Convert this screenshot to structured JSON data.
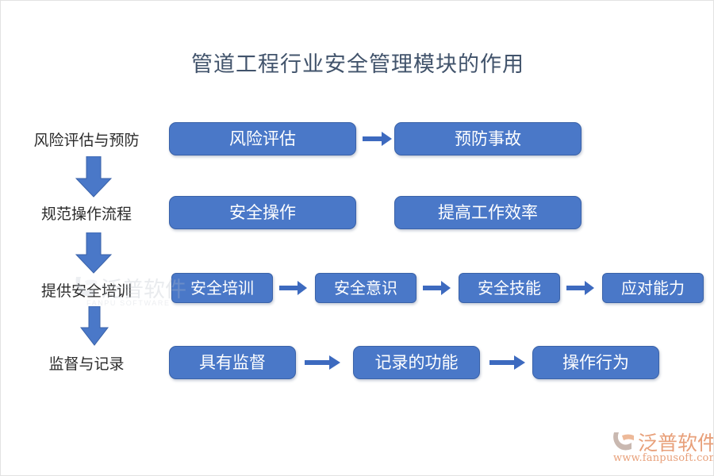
{
  "page": {
    "title": "管道工程行业安全管理模块的作用",
    "background_color": "#ffffff",
    "title_color": "#41536b",
    "box_color": "#4a78c8",
    "arrow_color": "#3d6abf",
    "accent_color": "#e8a07a"
  },
  "rows": [
    {
      "label": "风险评估与预防",
      "boxes": [
        {
          "text": "风险评估"
        },
        {
          "text": "预防事故"
        }
      ],
      "connector_count": 1
    },
    {
      "label": "规范操作流程",
      "boxes": [
        {
          "text": "安全操作"
        },
        {
          "text": "提高工作效率"
        }
      ],
      "connector_count": 0
    },
    {
      "label": "提供安全培训",
      "boxes": [
        {
          "text": "安全培训"
        },
        {
          "text": "安全意识"
        },
        {
          "text": "安全技能"
        },
        {
          "text": "应对能力"
        }
      ],
      "connector_count": 3
    },
    {
      "label": "监督与记录",
      "boxes": [
        {
          "text": "具有监督"
        },
        {
          "text": "记录的功能"
        },
        {
          "text": "操作行为"
        }
      ],
      "connector_count": 2
    }
  ],
  "down_arrows": [
    {
      "name": "down-arrow-1"
    },
    {
      "name": "down-arrow-2"
    },
    {
      "name": "down-arrow-3"
    }
  ],
  "watermark": {
    "text": "泛普软件",
    "subtitle": "FANPU SOFTWARE"
  },
  "brand": {
    "name": "泛普软件",
    "url": "www.fanpusoft.com"
  },
  "chart_data": {
    "type": "diagram",
    "title": "管道工程行业安全管理模块的作用",
    "layout": "4 stacked horizontal flow rows connected by vertical block arrows",
    "rows": [
      {
        "stage": "风险评估与预防",
        "nodes": [
          "风险评估",
          "预防事故"
        ],
        "links": [
          "风险评估 → 预防事故"
        ]
      },
      {
        "stage": "规范操作流程",
        "nodes": [
          "安全操作",
          "提高工作效率"
        ],
        "links": []
      },
      {
        "stage": "提供安全培训",
        "nodes": [
          "安全培训",
          "安全意识",
          "安全技能",
          "应对能力"
        ],
        "links": [
          "安全培训 → 安全意识",
          "安全意识 → 安全技能",
          "安全技能 → 应对能力"
        ]
      },
      {
        "stage": "监督与记录",
        "nodes": [
          "具有监督",
          "记录的功能",
          "操作行为"
        ],
        "links": [
          "具有监督 → 记录的功能",
          "记录的功能 → 操作行为"
        ]
      }
    ],
    "vertical_links": [
      "风险评估与预防 ↓ 规范操作流程",
      "规范操作流程 ↓ 提供安全培训",
      "提供安全培训 ↓ 监督与记录"
    ]
  }
}
